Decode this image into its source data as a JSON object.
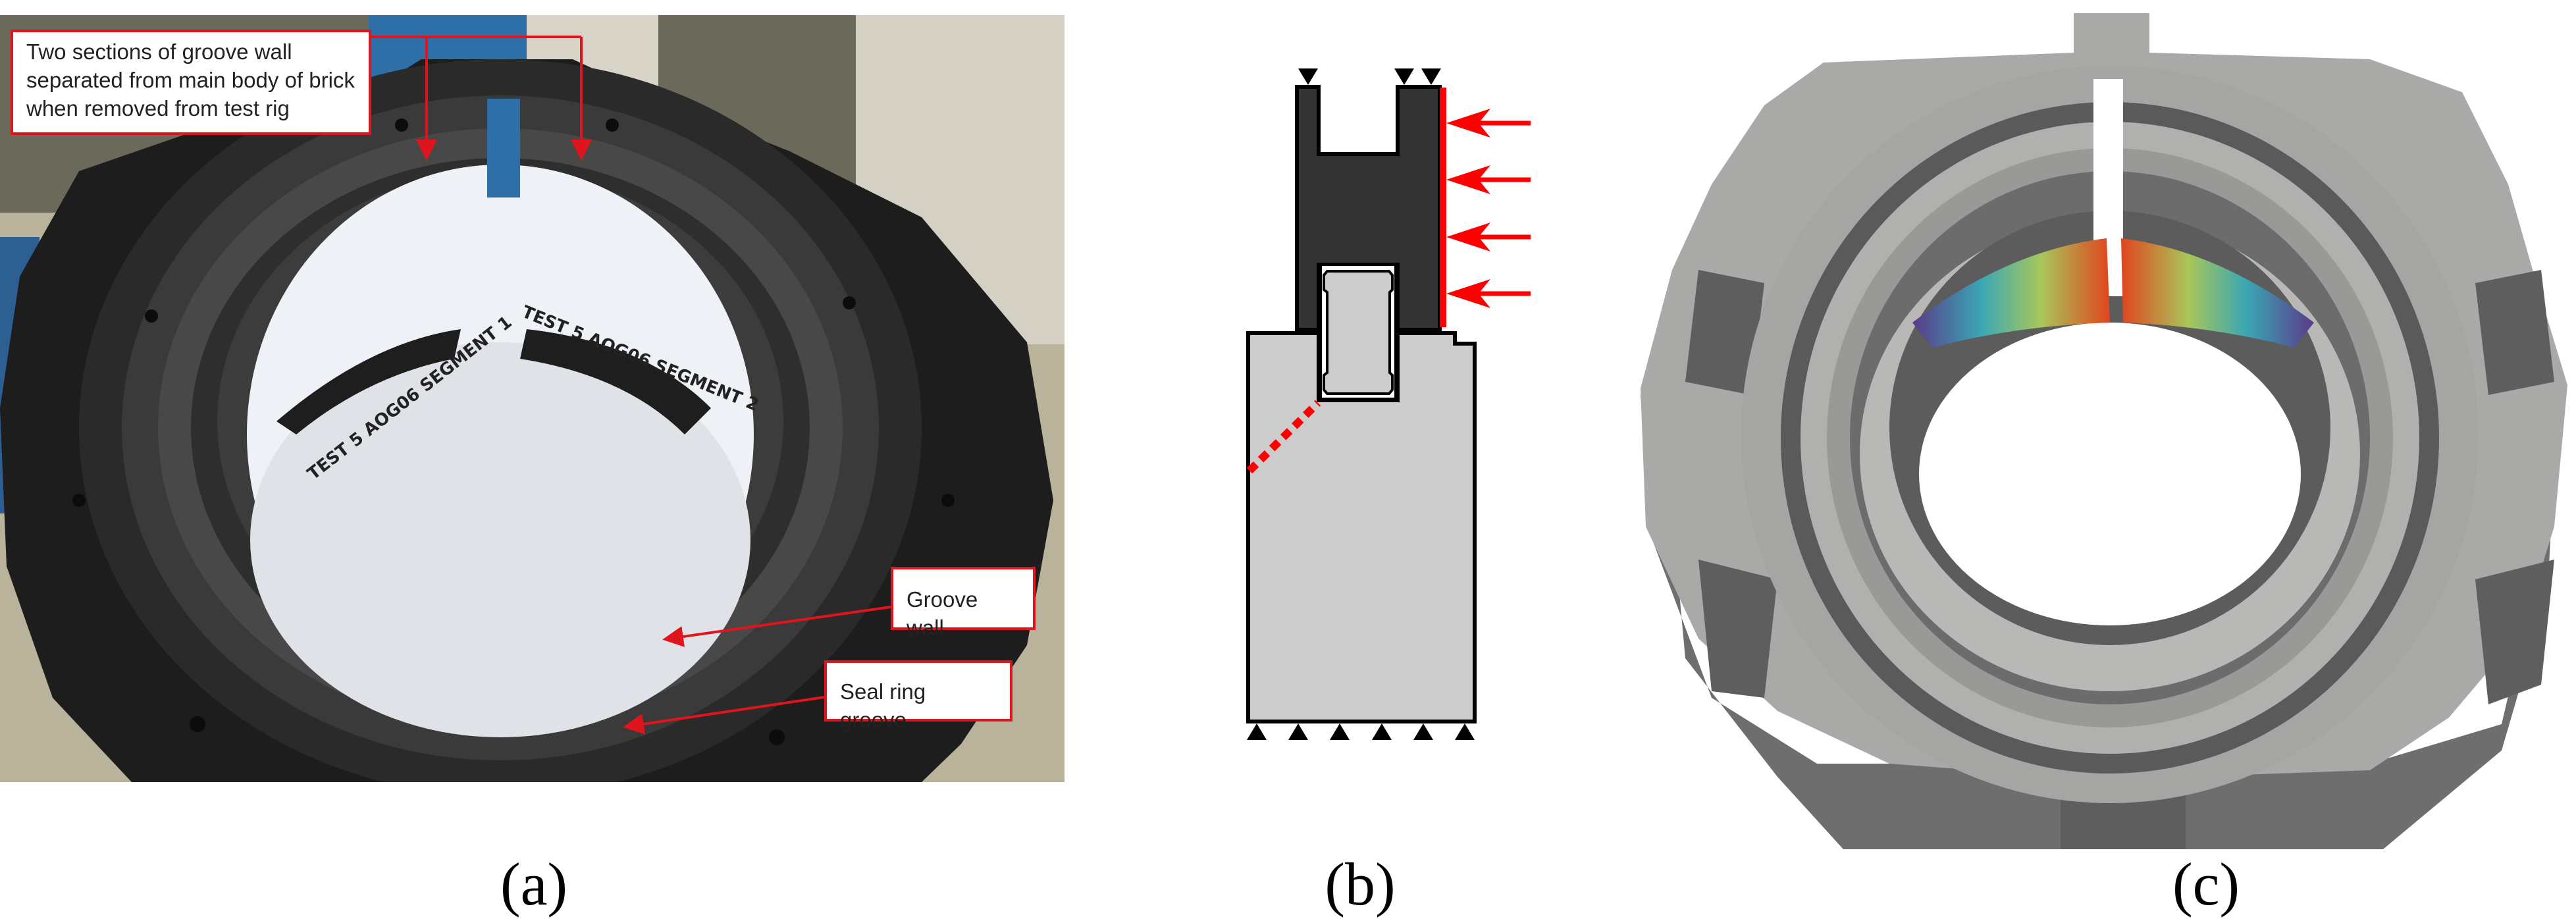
{
  "figure": {
    "panels": [
      {
        "id": "a",
        "label": "(a)"
      },
      {
        "id": "b",
        "label": "(b)"
      },
      {
        "id": "c",
        "label": "(c)"
      }
    ]
  },
  "panel_a": {
    "callouts": {
      "top": "Two sections of groove wall separated from main body of brick when removed from test rig",
      "groove_wall": "Groove wall",
      "seal_ring_groove": "Seal ring groove"
    },
    "specimen_labels": [
      "TEST 5 AOG06 SEGMENT 1",
      "TEST 5 AOG06 SEGMENT 2"
    ],
    "colors": {
      "annotation": "#e0141c"
    }
  },
  "panel_b": {
    "colors": {
      "upper_brick": "#333333",
      "lower_brick": "#cccccc",
      "load": "#ff0000"
    },
    "load_arrow_count": 4,
    "bottom_support_count": 6,
    "top_support_count": 3
  }
}
